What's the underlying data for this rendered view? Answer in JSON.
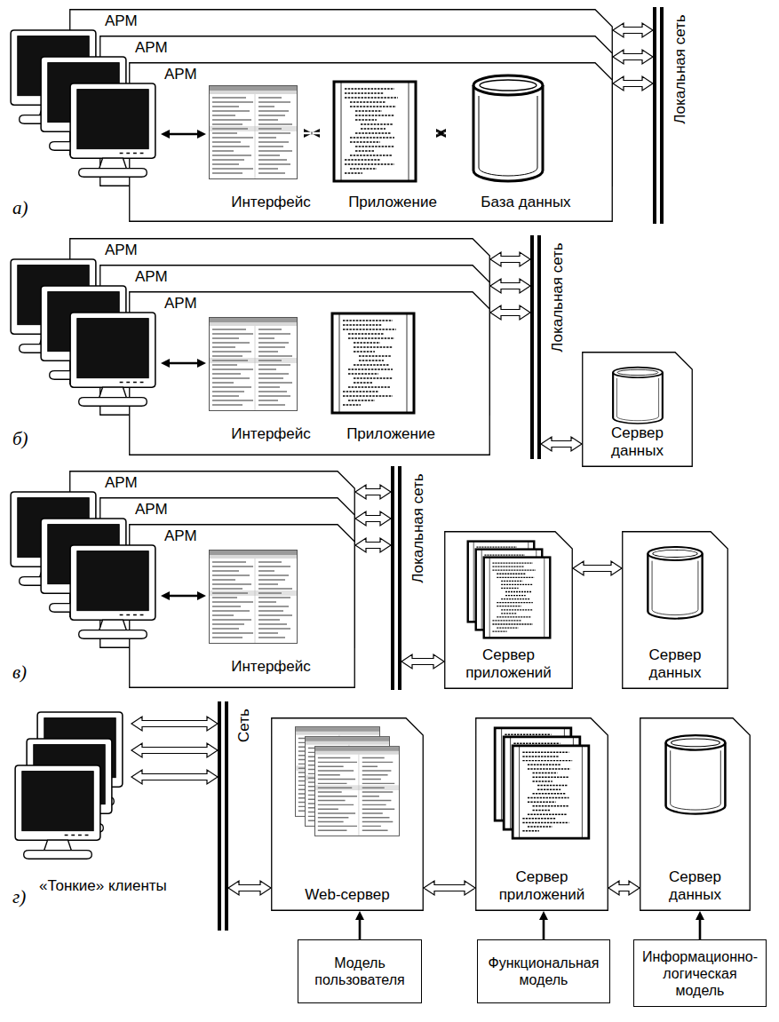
{
  "diagram": {
    "nodes": [
      {
        "text": [
          "АРМ"
        ]
      },
      {
        "text": [
          "АРМ"
        ]
      },
      {
        "text": [
          "АРМ"
        ]
      },
      {
        "text": [
          "Интерфейс"
        ],
        "in": 2
      },
      {
        "text": [
          "Приложение"
        ],
        "in": 2
      },
      {
        "text": [
          "База данных"
        ],
        "in": 2
      },
      {
        "text": [
          "Локальная сеть"
        ]
      },
      {
        "text": [
          "АРМ"
        ]
      },
      {
        "text": [
          "АРМ"
        ]
      },
      {
        "text": [
          "АРМ"
        ]
      },
      {
        "text": [
          "Интерфейс"
        ],
        "in": 9
      },
      {
        "text": [
          "Приложение"
        ],
        "in": 9
      },
      {
        "text": [
          "Локальная сеть"
        ]
      },
      {
        "text": [
          "Сервер данных"
        ]
      },
      {
        "text": [
          "АРМ"
        ]
      },
      {
        "text": [
          "АРМ"
        ]
      },
      {
        "text": [
          "АРМ"
        ]
      },
      {
        "text": [
          "Интерфейс"
        ],
        "in": 16
      },
      {
        "text": [
          "Локальная сеть"
        ]
      },
      {
        "text": [
          "Сервер приложений"
        ]
      },
      {
        "text": [
          "Сервер данных"
        ]
      },
      {
        "text": [
          "Сеть"
        ]
      },
      {
        "text": [
          "Web-сервер"
        ]
      },
      {
        "text": [
          "Сервер приложений"
        ]
      },
      {
        "text": [
          "Сервер данных"
        ]
      },
      {
        "text": [
          "Модель пользователя"
        ]
      },
      {
        "text": [
          "Функциональная модель"
        ]
      },
      {
        "text": [
          "Информационно-логическая модель"
        ]
      }
    ],
    "edges": [
      {
        "from": 0,
        "to": 6,
        "arrow": "both"
      },
      {
        "from": 1,
        "to": 6,
        "arrow": "both"
      },
      {
        "from": 2,
        "to": 6,
        "arrow": "both"
      },
      {
        "from": 3,
        "to": 4,
        "arrow": "both"
      },
      {
        "from": 4,
        "to": 5,
        "arrow": "both"
      },
      {
        "from": 7,
        "to": 12,
        "arrow": "both"
      },
      {
        "from": 8,
        "to": 12,
        "arrow": "both"
      },
      {
        "from": 9,
        "to": 12,
        "arrow": "both"
      },
      {
        "from": 10,
        "to": 11,
        "arrow": "both"
      },
      {
        "from": 12,
        "to": 13,
        "arrow": "both"
      },
      {
        "from": 14,
        "to": 18,
        "arrow": "both"
      },
      {
        "from": 15,
        "to": 18,
        "arrow": "both"
      },
      {
        "from": 16,
        "to": 18,
        "arrow": "both"
      },
      {
        "from": 18,
        "to": 19,
        "arrow": "both"
      },
      {
        "from": 19,
        "to": 20,
        "arrow": "both"
      },
      {
        "from": 21,
        "to": 22,
        "arrow": "both"
      },
      {
        "from": 22,
        "to": 23,
        "arrow": "both"
      },
      {
        "from": 23,
        "to": 24,
        "arrow": "both"
      },
      {
        "from": 25,
        "to": 22,
        "arrow": "to"
      },
      {
        "from": 26,
        "to": 23,
        "arrow": "to"
      },
      {
        "from": 27,
        "to": 24,
        "arrow": "to"
      }
    ],
    "labels": [
      "а)",
      "б)",
      "в)",
      "г)",
      "«Тонкие» клиенты"
    ]
  }
}
